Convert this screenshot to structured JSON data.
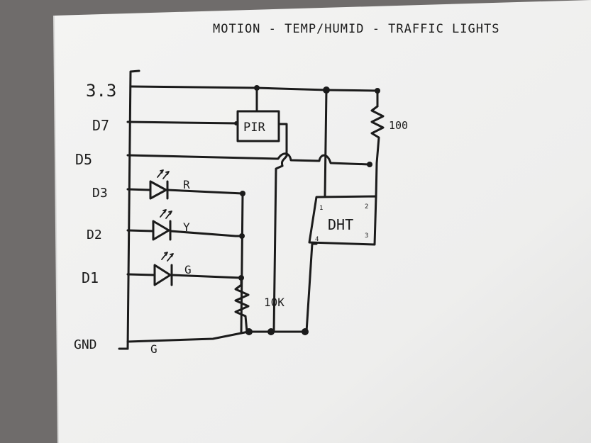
{
  "title": "MOTION - TEMP/HUMID - TRAFFIC LIGHTS",
  "pins": {
    "v33": "3.3",
    "d7": "D7",
    "d5": "D5",
    "d3": "D3",
    "d2": "D2",
    "d1": "D1",
    "gnd": "GND",
    "g": "G"
  },
  "components": {
    "pir": "PIR",
    "dht": "DHT",
    "r100": "100",
    "r10k": "10K",
    "led_r": "R",
    "led_y": "Y",
    "led_g": "G",
    "dht_pin1": "1",
    "dht_pin2": "2",
    "dht_pin3": "3",
    "dht_pin4": "4"
  },
  "colors": {
    "paper": "#f1f1f0",
    "ink": "#1b1b1b",
    "table": "#6f6c6b"
  }
}
